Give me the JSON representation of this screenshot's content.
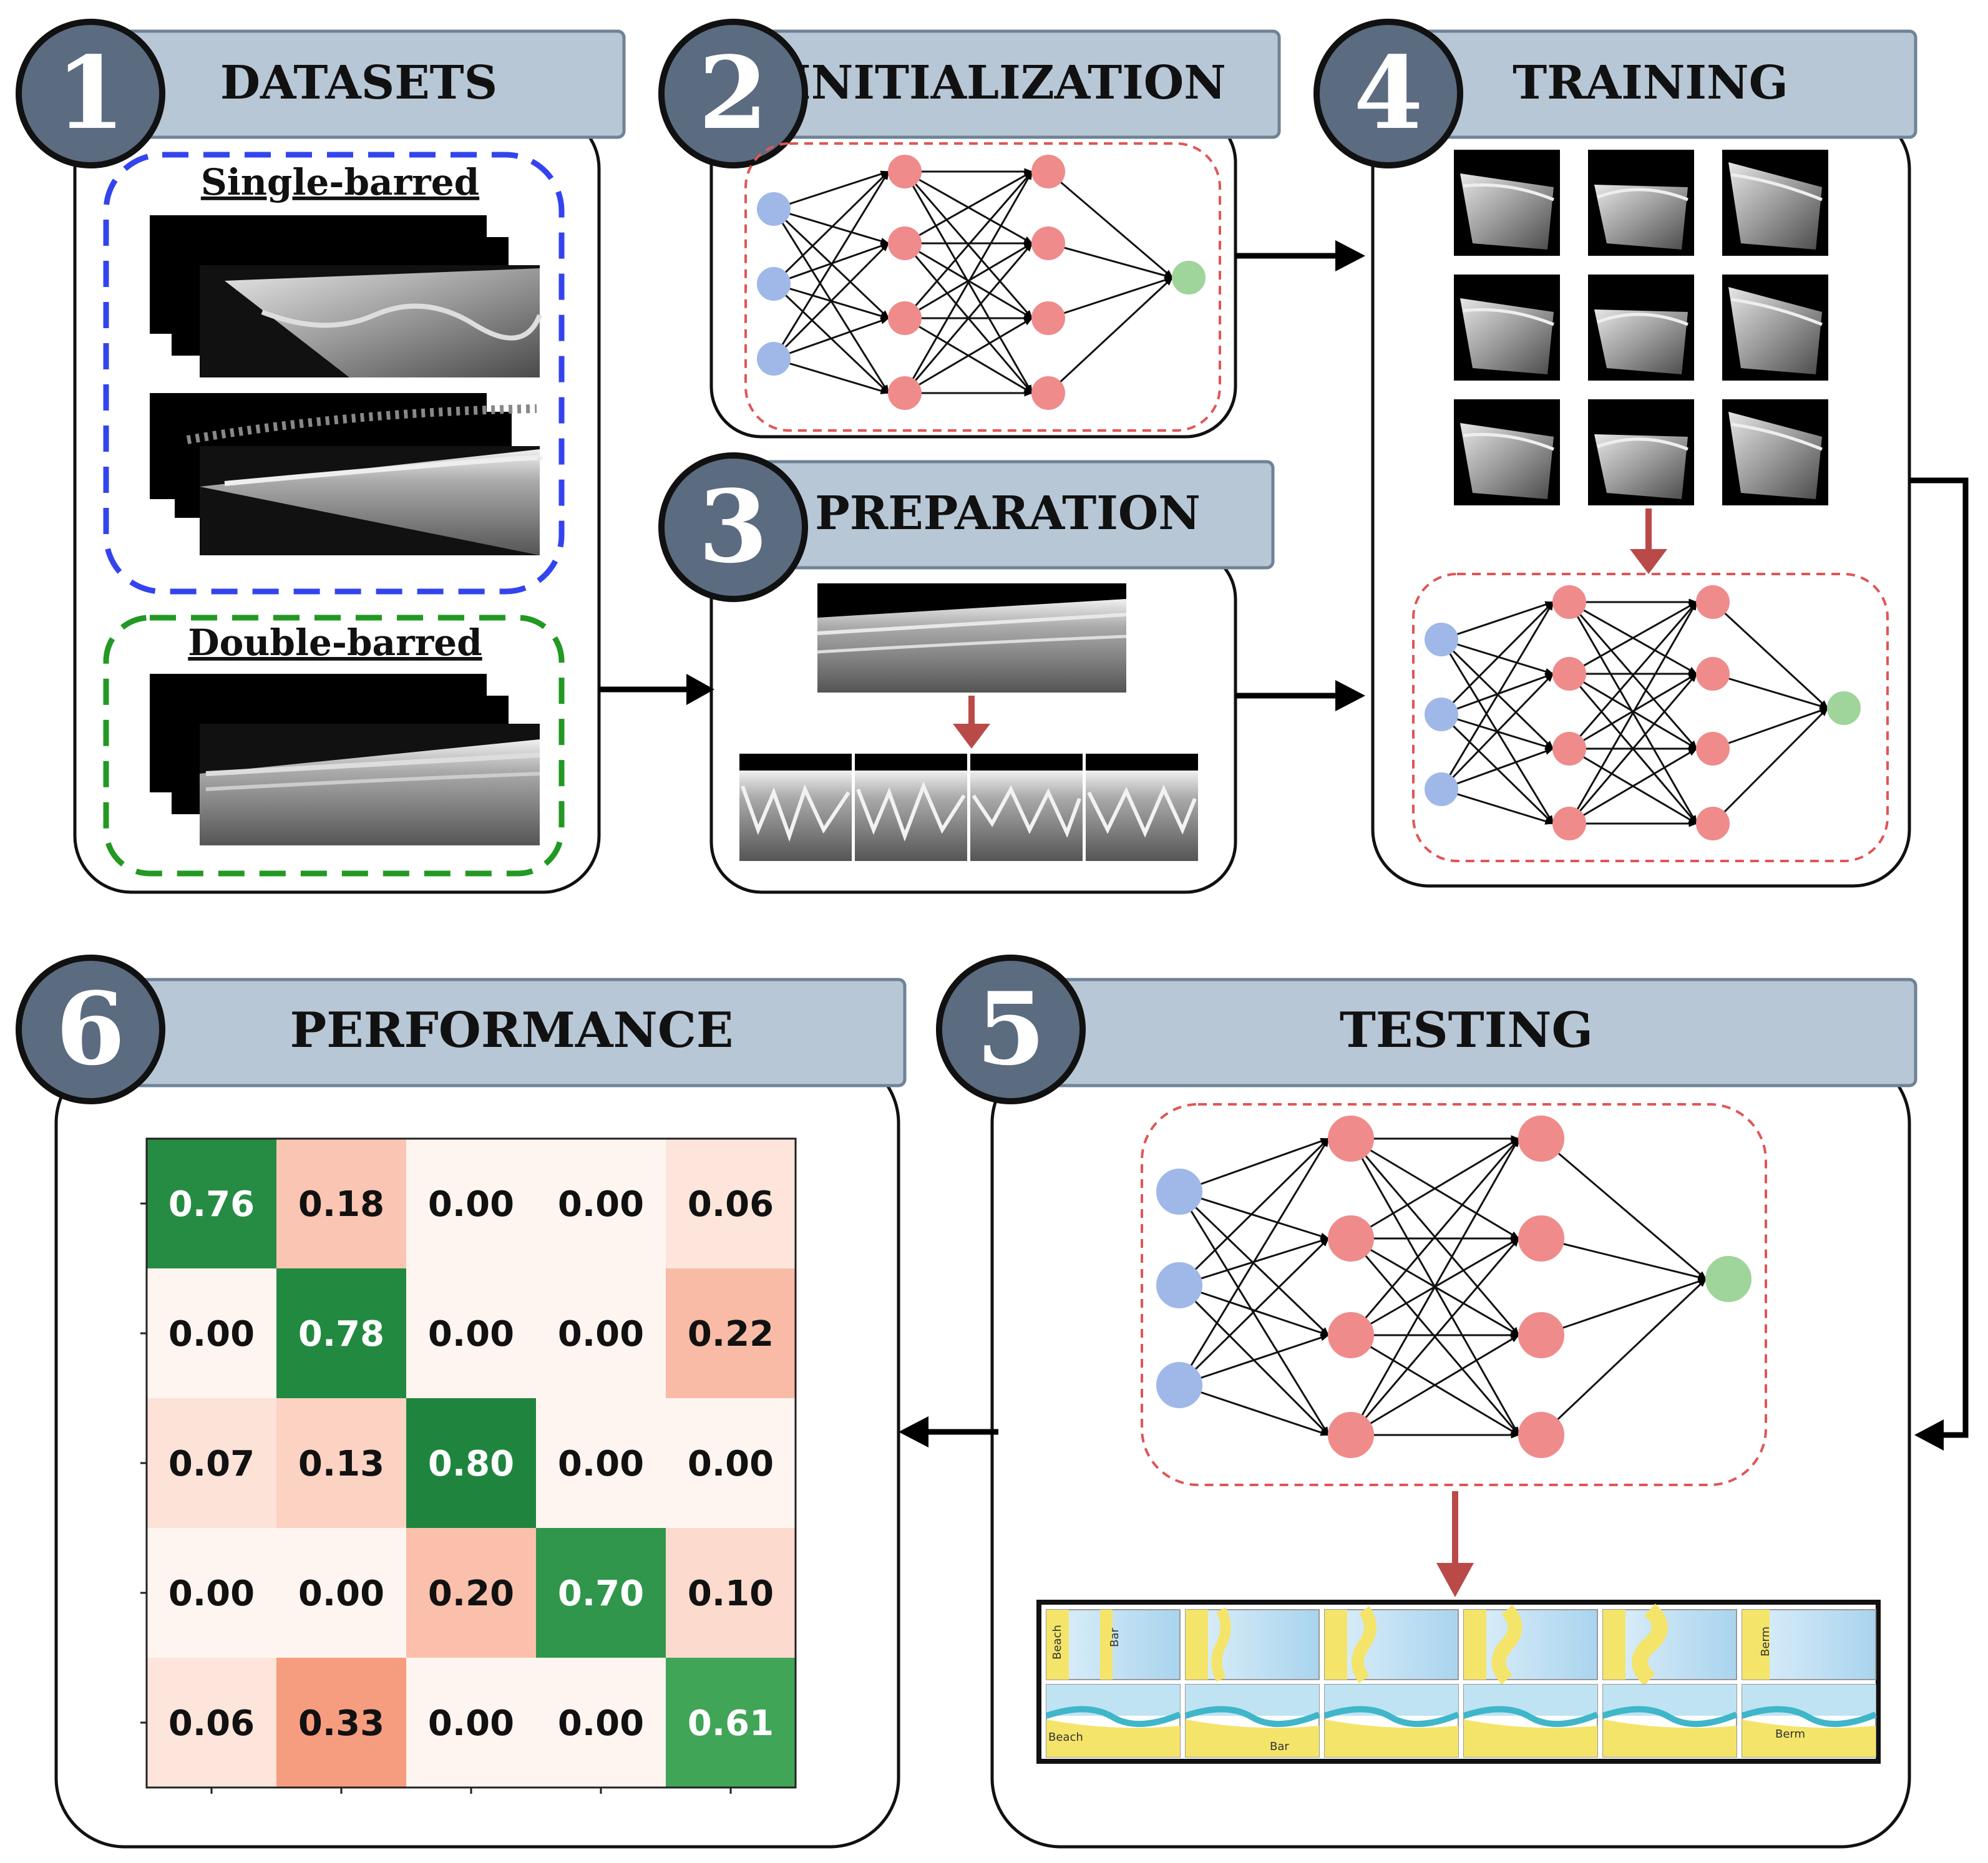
{
  "steps": [
    {
      "number": "1",
      "title": "DATASETS"
    },
    {
      "number": "2",
      "title": "INITIALIZATION"
    },
    {
      "number": "3",
      "title": "PREPARATION"
    },
    {
      "number": "4",
      "title": "TRAINING"
    },
    {
      "number": "5",
      "title": "TESTING"
    },
    {
      "number": "6",
      "title": "PERFORMANCE"
    }
  ],
  "datasets": {
    "single_label": "Single-barred",
    "double_label": "Double-barred"
  },
  "testing": {
    "beach_label": "Beach",
    "bar_label": "Bar",
    "berm_label": "Berm"
  },
  "colors": {
    "header_fill": "#b8c7d6",
    "circle_fill": "#5b6b80",
    "input_node": "#9fb8e8",
    "hidden_node": "#ef8b8b",
    "output_node": "#9fd49a",
    "nn_border": "#e05555",
    "single_border": "#3344ee",
    "double_border": "#229922",
    "arrow_red": "#b94a48"
  },
  "chart_data": {
    "type": "heatmap",
    "rows": 5,
    "cols": 5,
    "values": [
      [
        0.76,
        0.18,
        0.0,
        0.0,
        0.06
      ],
      [
        0.0,
        0.78,
        0.0,
        0.0,
        0.22
      ],
      [
        0.07,
        0.13,
        0.8,
        0.0,
        0.0
      ],
      [
        0.0,
        0.0,
        0.2,
        0.7,
        0.1
      ],
      [
        0.06,
        0.33,
        0.0,
        0.0,
        0.61
      ]
    ],
    "diagonal_cmap": "Greens",
    "offdiagonal_cmap": "Reds"
  }
}
